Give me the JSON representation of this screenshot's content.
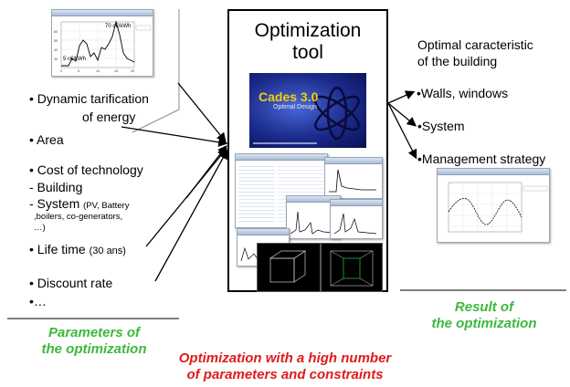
{
  "left": {
    "chart": {
      "label_high": "70 c€/kWh",
      "label_low": "5 c€/kWh",
      "y_ticks": [
        "60",
        "50",
        "40",
        "30",
        "20",
        "10"
      ],
      "x_ticks": [
        "0",
        "5",
        "10",
        "15",
        "20"
      ]
    },
    "params": [
      {
        "main": "Dynamic tarification",
        "cont": "of energy"
      },
      {
        "main": "Area"
      },
      {
        "main": "Cost of technology"
      },
      {
        "main": "- Building"
      },
      {
        "main": "- System",
        "small": "(PV, Battery",
        "small2": ",boilers, co-generators,",
        "small3": "…)"
      },
      {
        "main": "Life time",
        "small": "(30 ans)"
      },
      {
        "main": "Discount rate"
      },
      {
        "main": "…"
      }
    ],
    "footer_line1": "Parameters of",
    "footer_line2": "the optimization"
  },
  "center": {
    "title_line1": "Optimization",
    "title_line2": "tool",
    "splash_title": "Cades 3.0",
    "splash_subtitle": "Optimal Design"
  },
  "right": {
    "heading_line1": "Optimal caracteristic",
    "heading_line2": "of the building",
    "items": [
      "•Walls, windows",
      "•System",
      "•Management strategy"
    ],
    "footer_line1": "Result of",
    "footer_line2": "the optimization"
  },
  "bottom": {
    "line1": "Optimization with a high number",
    "line2": "of parameters and constraints"
  },
  "colors": {
    "green": "#3db83d",
    "red": "#e01b1b",
    "splash_blue": "#1a2a8a"
  }
}
